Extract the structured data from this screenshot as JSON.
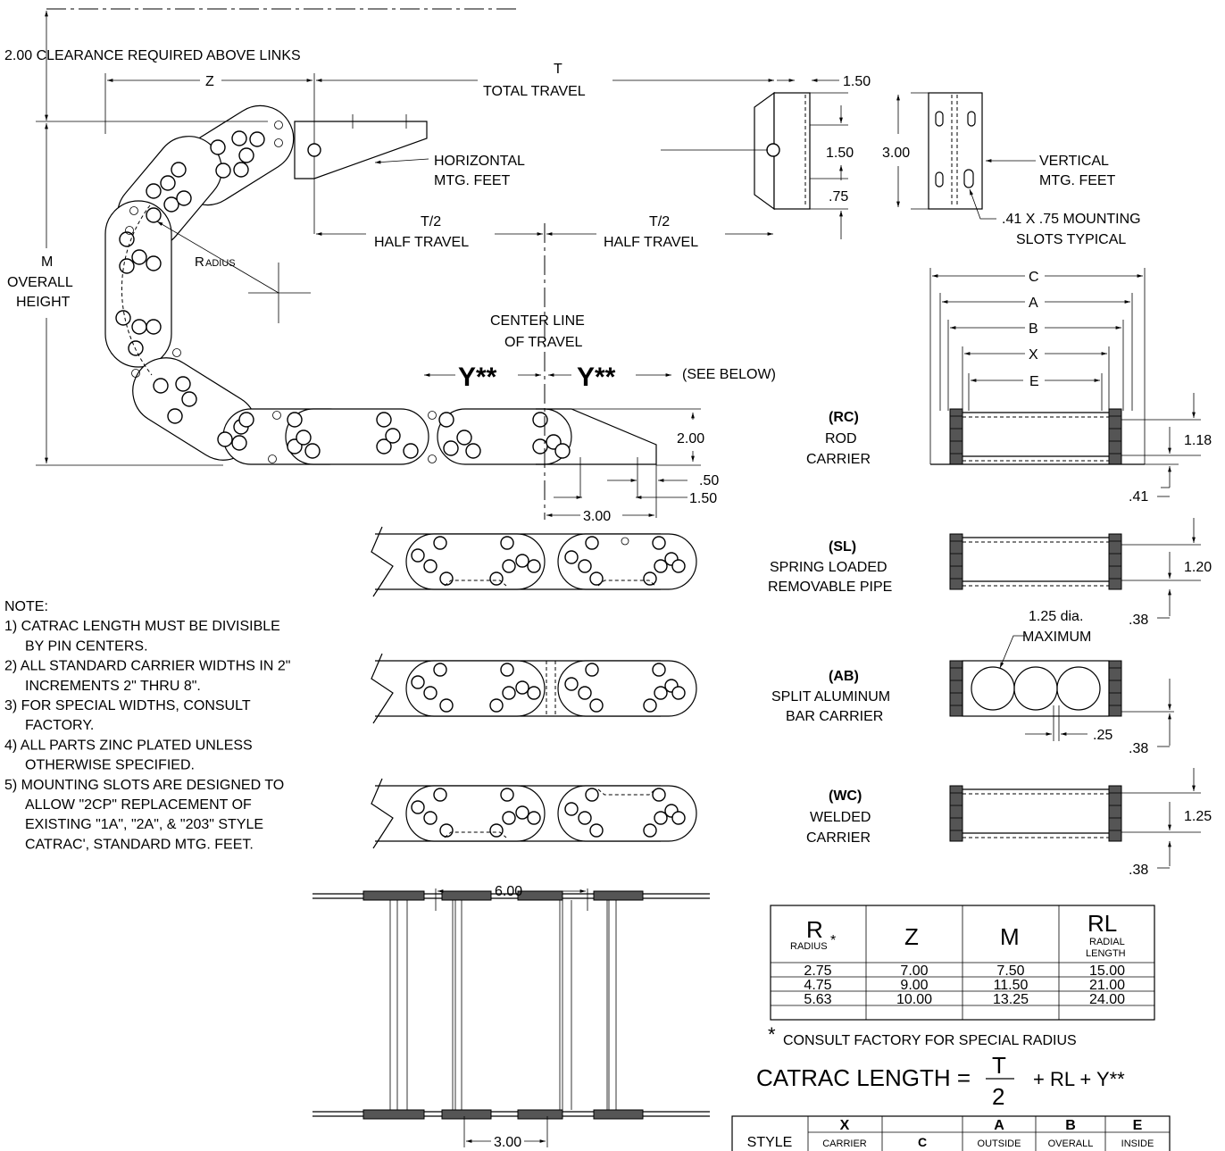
{
  "labels": {
    "clearance": "2.00 CLEARANCE REQUIRED ABOVE LINKS",
    "z": "Z",
    "t": "T",
    "total_travel": "TOTAL TRAVEL",
    "dim_150_top": "1.50",
    "horizontal_1": "HORIZONTAL",
    "horizontal_2": "MTG. FEET",
    "dim_150_mid": "1.50",
    "dim_075": ".75",
    "dim_300": "3.00",
    "vertical_1": "VERTICAL",
    "vertical_2": "MTG. FEET",
    "slots_1": ".41 X .75 MOUNTING",
    "slots_2": "SLOTS TYPICAL",
    "t2_left": "T/2",
    "half_travel_left": "HALF TRAVEL",
    "t2_right": "T/2",
    "half_travel_right": "HALF TRAVEL",
    "m": "M",
    "overall": "OVERALL",
    "height": "HEIGHT",
    "radius_r": "R",
    "radius_rest": "ADIUS",
    "centerline_1": "CENTER LINE",
    "centerline_2": "OF TRAVEL",
    "y_left": "Y**",
    "y_right": "Y**",
    "see_below": "(SEE BELOW)",
    "dim_200": "2.00",
    "dim_050": ".50",
    "dim_150_low": "1.50",
    "dim_300_low": "3.00",
    "c": "C",
    "a": "A",
    "b": "B",
    "x": "X",
    "e": "E",
    "rc_code": "(RC)",
    "rc_1": "ROD",
    "rc_2": "CARRIER",
    "dim_118": "1.18",
    "dim_041": ".41",
    "sl_code": "(SL)",
    "sl_1": "SPRING LOADED",
    "sl_2": "REMOVABLE PIPE",
    "dim_120": "1.20",
    "dim_038_sl": ".38",
    "dia_1": "1.25 dia.",
    "dia_2": "MAXIMUM",
    "ab_code": "(AB)",
    "ab_1": "SPLIT ALUMINUM",
    "ab_2": "BAR CARRIER",
    "dim_025": ".25",
    "dim_038_ab": ".38",
    "wc_code": "(WC)",
    "wc_1": "WELDED",
    "wc_2": "CARRIER",
    "dim_125": "1.25",
    "dim_038_wc": ".38",
    "dim_600": "6.00",
    "dim_300_bottom": "3.00"
  },
  "notes": [
    "NOTE:",
    "1) CATRAC LENGTH MUST BE DIVISIBLE",
    "BY PIN CENTERS.",
    "2) ALL STANDARD CARRIER WIDTHS IN 2\"",
    "INCREMENTS 2\" THRU 8\".",
    "3) FOR SPECIAL WIDTHS, CONSULT",
    "FACTORY.",
    "4) ALL PARTS ZINC PLATED UNLESS",
    "OTHERWISE SPECIFIED.",
    "5) MOUNTING SLOTS ARE DESIGNED TO",
    "ALLOW \"2CP\" REPLACEMENT OF",
    "EXISTING \"1A\", \"2A\", & \"203\" STYLE",
    "CATRAC', STANDARD MTG. FEET."
  ],
  "radius_table": {
    "headers": [
      {
        "main": "R",
        "sub": "RADIUS",
        "star": "*"
      },
      {
        "main": "Z",
        "sub": "",
        "star": ""
      },
      {
        "main": "M",
        "sub": "",
        "star": ""
      },
      {
        "main": "RL",
        "sub": "RADIAL",
        "sub2": "LENGTH",
        "star": ""
      }
    ],
    "rows": [
      [
        "2.75",
        "7.00",
        "7.50",
        "15.00"
      ],
      [
        "4.75",
        "9.00",
        "11.50",
        "21.00"
      ],
      [
        "5.63",
        "10.00",
        "13.25",
        "24.00"
      ]
    ],
    "footnote_star": "*",
    "footnote": "CONSULT FACTORY FOR SPECIAL RADIUS"
  },
  "formula": {
    "lhs": "CATRAC LENGTH =",
    "numerator": "T",
    "denominator": "2",
    "rhs": "+ RL + Y**"
  },
  "style_table": {
    "headers": [
      {
        "top": "",
        "bottom": "STYLE"
      },
      {
        "top": "X",
        "bottom": "CARRIER"
      },
      {
        "top": "",
        "bottom": "C"
      },
      {
        "top": "A",
        "bottom": "OUTSIDE"
      },
      {
        "top": "B",
        "bottom": "OVERALL"
      },
      {
        "top": "E",
        "bottom": "INSIDE"
      }
    ]
  }
}
